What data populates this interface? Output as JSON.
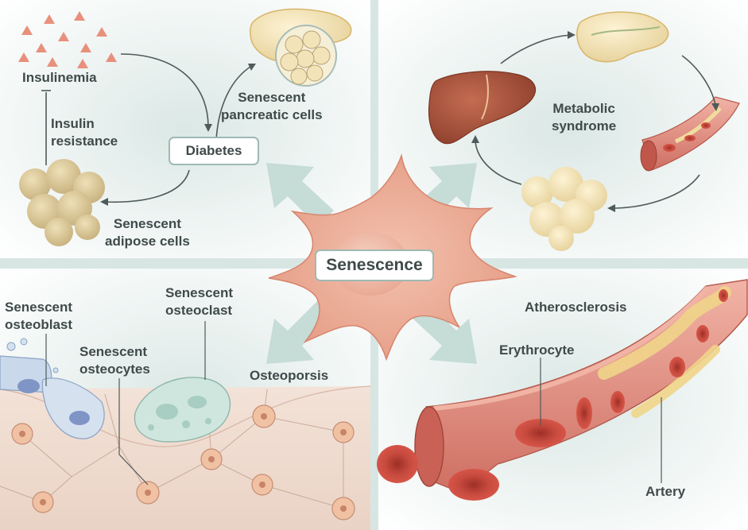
{
  "center": {
    "label": "Senescence"
  },
  "quadrants": {
    "diabetes": {
      "hub": "Diabetes",
      "insulinemia": "Insulinemia",
      "insulin_resistance": [
        "Insulin",
        "resistance"
      ],
      "pancreatic": [
        "Senescent",
        "pancreatic cells"
      ],
      "adipose": [
        "Senescent",
        "adipose cells"
      ]
    },
    "metabolic": {
      "title": [
        "Metabolic",
        "syndrome"
      ]
    },
    "osteoporosis": {
      "title": "Osteoporsis",
      "osteoblast": [
        "Senescent",
        "osteoblast"
      ],
      "osteocytes": [
        "Senescent",
        "osteocytes"
      ],
      "osteoclast": [
        "Senescent",
        "osteoclast"
      ]
    },
    "atherosclerosis": {
      "title": "Atherosclerosis",
      "erythrocyte": "Erythrocyte",
      "artery": "Artery"
    }
  },
  "colors": {
    "panel": "#e9f1ef",
    "divider": "#c7dad6",
    "arrow_fill": "#c5dcd7",
    "cell": "#e8a58e",
    "text": "#3f4a4a",
    "artery": "#d9766b",
    "erythrocyte": "#c44a3e"
  }
}
